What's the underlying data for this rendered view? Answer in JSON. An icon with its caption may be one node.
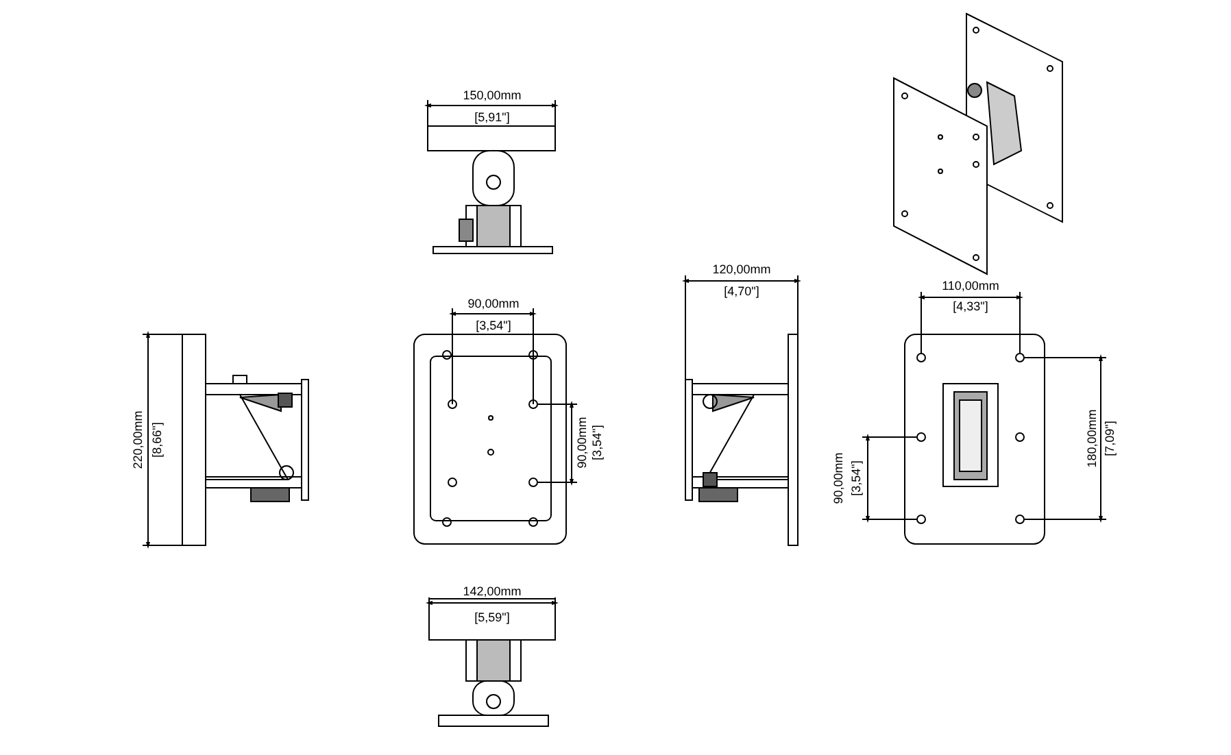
{
  "diagram": {
    "labels": [
      "150,00mm",
      "[5,91\"]",
      "220,00mm",
      "[8,66\"]",
      "90,00mm",
      "[3,54\"]",
      "90,00mm",
      "[3,54\"]",
      "120,00mm",
      "[4,70\"]",
      "110,00mm",
      "[4,33\"]",
      "90,00mm",
      "[3,54\"]",
      "180,00mm",
      "[7,09\"]",
      "142,00mm",
      "[5,59\"]"
    ]
  }
}
